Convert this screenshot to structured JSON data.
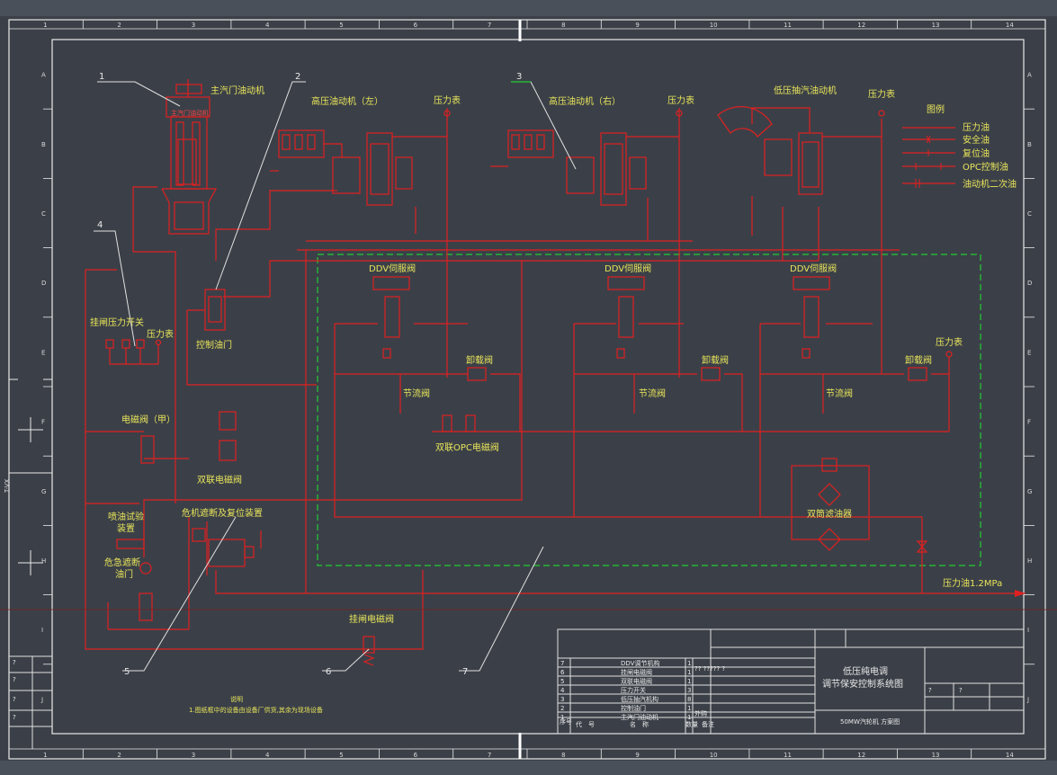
{
  "grid": {
    "cols": [
      "1",
      "2",
      "3",
      "4",
      "5",
      "6",
      "7",
      "8",
      "9",
      "10",
      "11",
      "12",
      "13",
      "14"
    ],
    "rows": [
      "A",
      "B",
      "C",
      "D",
      "E",
      "F",
      "G",
      "H",
      "I",
      "J"
    ]
  },
  "side_label": "T-VX",
  "callouts": [
    "1",
    "2",
    "3",
    "4",
    "5",
    "6",
    "7"
  ],
  "labels": {
    "main_valve_actuator": "主汽门油动机",
    "hp_actuator_left": "高压油动机（左）",
    "hp_actuator_right": "高压油动机（右）",
    "lp_extraction_actuator": "低压抽汽油动机",
    "gauge_1": "压力表",
    "gauge_2": "压力表",
    "gauge_3": "压力表",
    "gauge_4": "压力表",
    "gauge_5": "压力表",
    "trip_pressure_switch": "挂闸压力开关",
    "control_oil_valve": "控制油门",
    "ddv_1": "DDV伺服阀",
    "ddv_2": "DDV伺服阀",
    "ddv_3": "DDV伺服阀",
    "unload_1": "卸载阀",
    "unload_2": "卸载阀",
    "unload_3": "卸载阀",
    "throttle_1": "节流阀",
    "throttle_2": "节流阀",
    "throttle_3": "节流阀",
    "dual_opc": "双联OPC电磁阀",
    "solenoid_a": "电磁阀（甲）",
    "dual_solenoid": "双联电磁阀",
    "emergency_trip_reset": "危机遮断及复位装置",
    "oil_spray_test": "喷油试验",
    "device": "装置",
    "emergency_trip_valve_1": "危急遮断",
    "emergency_trip_valve_2": "油门",
    "duplex_filter": "双筒滤油器",
    "pressure_oil_supply": "压力油1.2MPa",
    "trip_solenoid": "挂闸电磁阀"
  },
  "legend": {
    "title": "图例",
    "items": [
      "压力油",
      "安全油",
      "复位油",
      "OPC控制油",
      "油动机二次油"
    ]
  },
  "title_block": {
    "title_line1": "低压纯电调",
    "title_line2": "调节保安控制系统图",
    "subtitle": "50MW汽轮机 方案图",
    "rows": [
      {
        "no": "7",
        "name": "DDV调节机构",
        "qty": "1"
      },
      {
        "no": "6",
        "name": "挂闸电磁阀",
        "qty": "1"
      },
      {
        "no": "5",
        "name": "双联电磁阀",
        "qty": "1"
      },
      {
        "no": "4",
        "name": "压力开关",
        "qty": "3"
      },
      {
        "no": "3",
        "name": "低压抽汽机构",
        "qty": "8"
      },
      {
        "no": "2",
        "name": "控制油门",
        "qty": "1"
      },
      {
        "no": "1",
        "name": "主汽门油动机",
        "qty": "1"
      }
    ],
    "header_no": "序号",
    "header_code": "代　号",
    "header_name": "名　称",
    "header_qty": "数量",
    "header_note": "备注",
    "misc_mark": "外购",
    "q_marks": "?? ?????  ?",
    "q": "?"
  },
  "notes": {
    "title": "说明",
    "line1": "1.图纸框中的设备由设备厂供货,其余为现场设备"
  }
}
